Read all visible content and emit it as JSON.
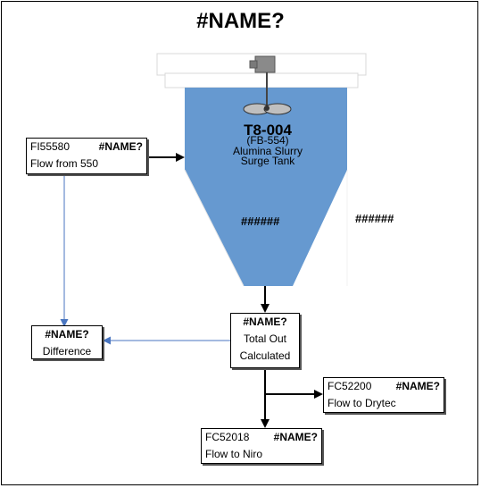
{
  "title": "#NAME?",
  "tank": {
    "tag": "T8-004",
    "alt_tag": "(FB-554)",
    "name_line1": "Alumina Slurry",
    "name_line2": "Surge Tank",
    "level_value": "######",
    "side_value": "######",
    "fill_color": "#6699d0"
  },
  "inflow": {
    "tag": "FI55580",
    "value": "#NAME?",
    "label": "Flow from 550"
  },
  "difference": {
    "value": "#NAME?",
    "label": "Difference"
  },
  "total_out": {
    "value": "#NAME?",
    "label_line1": "Total Out",
    "label_line2": "Calculated"
  },
  "drytec": {
    "tag": "FC52200",
    "value": "#NAME?",
    "label": "Flow to Drytec"
  },
  "niro": {
    "tag": "FC52018",
    "value": "#NAME?",
    "label": "Flow to Niro"
  },
  "colors": {
    "blue_line": "#4a76c0",
    "arrow": "#000000"
  }
}
